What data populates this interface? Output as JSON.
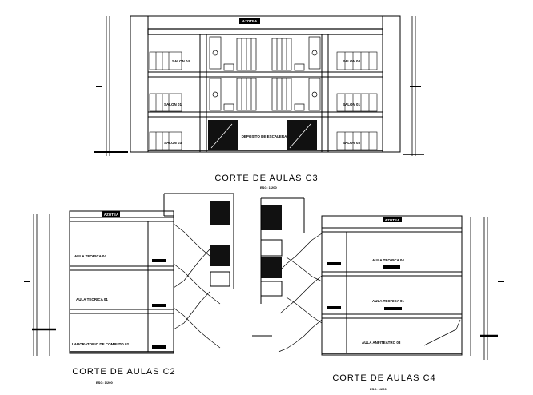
{
  "sections": {
    "c3": {
      "title": "CORTE DE AULAS  C3",
      "scale": "ESC: 1/200",
      "roof": "AZOTEA",
      "rooms": [
        "SALON 04",
        "SALON 04",
        "SALON 01",
        "SALON 01",
        "SALON 03",
        "SALON 03"
      ],
      "center_room": "DEPOSITO DE ESCALERA"
    },
    "c2": {
      "title": "CORTE DE AULAS  C2",
      "scale": "ESC: 1/200",
      "roof": "AZOTEA",
      "rooms": [
        "AULA TEORICA 04",
        "AULA TEORICA 01",
        "LABORATORIO DE COMPUTO 02"
      ]
    },
    "c4": {
      "title": "CORTE DE AULAS  C4",
      "scale": "ESC: 1/200",
      "roof": "AZOTEA",
      "rooms": [
        "AULA TEORICA 04",
        "AULA TEORICA 01",
        "AULA ANFITEATRO 03"
      ]
    }
  }
}
